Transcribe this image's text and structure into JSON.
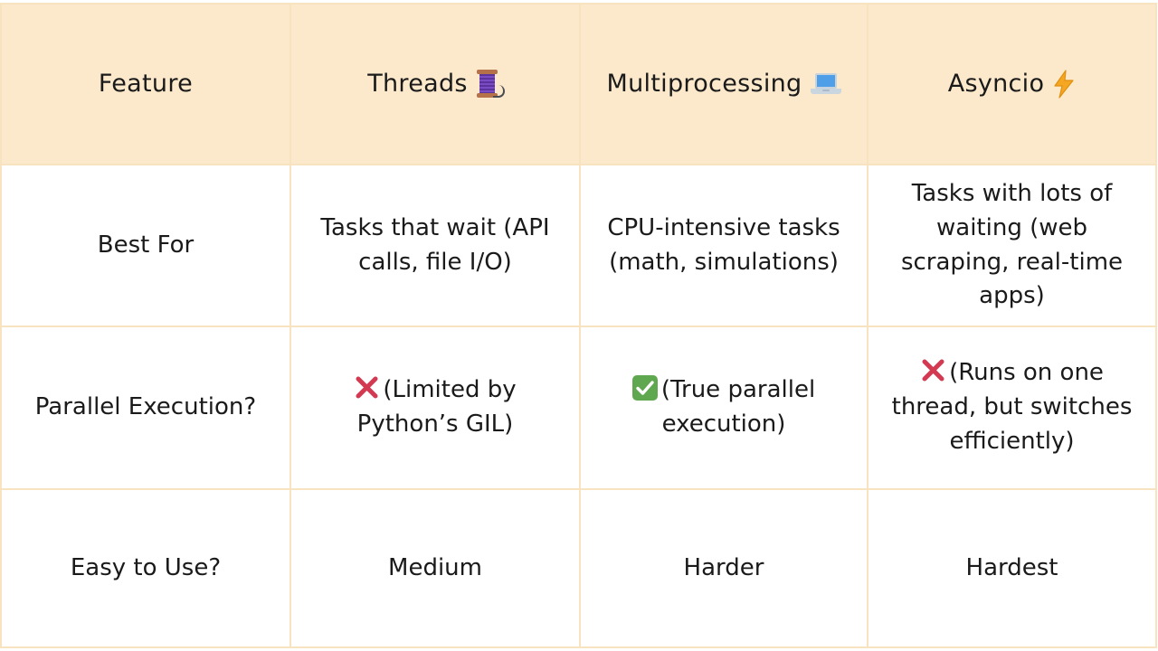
{
  "table": {
    "columns": [
      {
        "label": "Feature",
        "icon": null
      },
      {
        "label": "Threads",
        "icon": "thread-spool-icon"
      },
      {
        "label": "Multiprocessing",
        "icon": "laptop-icon"
      },
      {
        "label": "Asyncio",
        "icon": "high-voltage-icon"
      }
    ],
    "rows": [
      {
        "feature": "Best For",
        "threads": "Tasks that wait (API calls, file I/O)",
        "multiprocessing": "CPU-intensive tasks (math, simulations)",
        "asyncio": "Tasks with lots of waiting (web scraping, real-time apps)"
      },
      {
        "feature": "Parallel Execution?",
        "threads_mark": "cross-mark-icon",
        "threads": "(Limited by Python’s GIL)",
        "multiprocessing_mark": "check-mark-button-icon",
        "multiprocessing": "(True parallel execution)",
        "asyncio_mark": "cross-mark-icon",
        "asyncio": "(Runs on one thread, but switches efficiently)"
      },
      {
        "feature": "Easy to Use?",
        "threads": "Medium",
        "multiprocessing": "Harder",
        "asyncio": "Hardest"
      }
    ]
  },
  "colors": {
    "header_background": "#fce9cb",
    "border": "#f7e3c0",
    "body_background": "#ffffff",
    "text": "#1a1a1a",
    "cross_mark": "#d33a52",
    "check_mark_background": "#5fa84f",
    "bolt": "#f5a623"
  }
}
